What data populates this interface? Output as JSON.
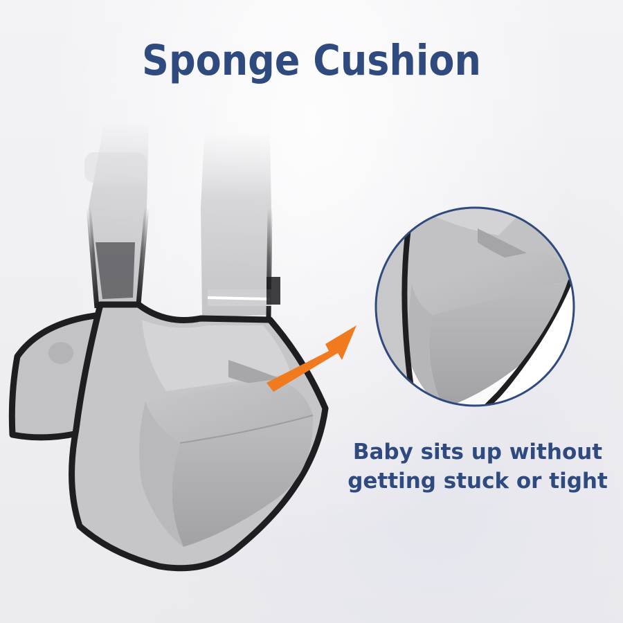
{
  "title": {
    "text": "Sponge Cushion",
    "color": "#2f4a7e"
  },
  "caption": {
    "line1": "Baby sits up without",
    "line2": "getting stuck or tight",
    "color": "#2f4a7e"
  },
  "colors": {
    "arrow": "#f07a1d",
    "fabric": "#c4c4c6",
    "fabric_shadow": "#a9a9ac",
    "trim": "#1e1e22",
    "circle_border": "#2f4a7e"
  },
  "icons": {
    "pointer": "arrow-icon"
  }
}
